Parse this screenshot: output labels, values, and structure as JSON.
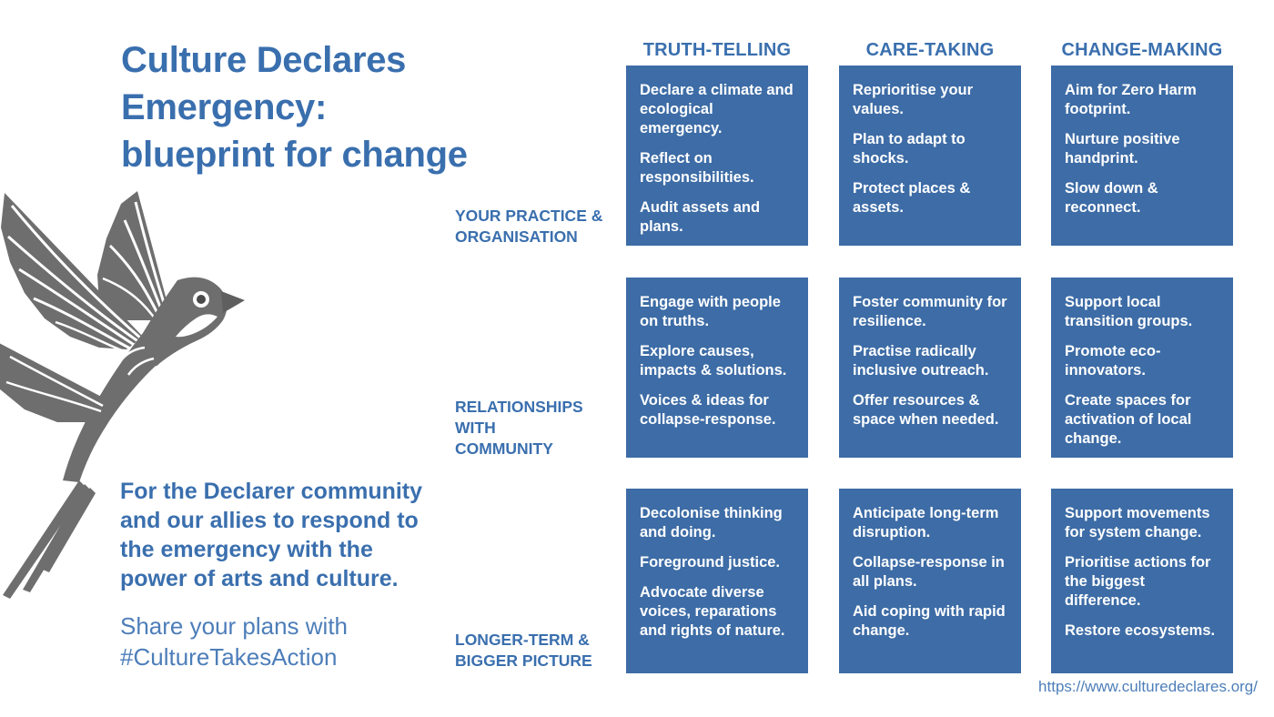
{
  "intro": {
    "title_lines": [
      "Culture Declares",
      "Emergency:",
      "blueprint for change"
    ],
    "description": "For the Declarer community and our allies to respond to the emergency with the power of arts and culture.",
    "share_lines": [
      "Share your plans with",
      "#CultureTakesAction"
    ]
  },
  "matrix": {
    "columns": [
      "TRUTH-TELLING",
      "CARE-TAKING",
      "CHANGE-MAKING"
    ],
    "row_labels": [
      [
        "YOUR PRACTICE &",
        "ORGANISATION"
      ],
      [
        "RELATIONSHIPS",
        "WITH",
        "COMMUNITY"
      ],
      [
        "LONGER-TERM &",
        "BIGGER PICTURE"
      ]
    ],
    "rows": [
      {
        "cells": [
          [
            "Declare a climate and ecological emergency.",
            "Reflect on responsibilities.",
            "Audit assets and plans."
          ],
          [
            "Reprioritise your values.",
            "Plan to adapt to shocks.",
            "Protect places & assets."
          ],
          [
            "Aim for Zero Harm footprint.",
            "Nurture positive handprint.",
            "Slow down & reconnect."
          ]
        ]
      },
      {
        "cells": [
          [
            "Engage with people on truths.",
            "Explore causes, impacts & solutions.",
            "Voices & ideas for collapse-response."
          ],
          [
            "Foster community for resilience.",
            "Practise radically inclusive outreach.",
            "Offer resources & space when needed."
          ],
          [
            "Support local transition groups.",
            "Promote eco-innovators.",
            "Create spaces for activation of local change."
          ]
        ]
      },
      {
        "cells": [
          [
            "Decolonise thinking and doing.",
            "Foreground justice.",
            "Advocate diverse voices, reparations and rights of nature."
          ],
          [
            "Anticipate long-term disruption.",
            "Collapse-response in all plans.",
            "Aid coping with rapid change."
          ],
          [
            "Support movements for system change.",
            "Prioritise actions for the biggest difference.",
            "Restore ecosystems."
          ]
        ]
      }
    ]
  },
  "footer": {
    "url": "https://www.culturedeclares.org/"
  },
  "icons": {
    "bird": "swallow-engraving-illustration"
  },
  "colors": {
    "accent_blue": "#3a6fae",
    "box_blue": "#3d6ca6",
    "light_blue": "#4d7eb9",
    "bird_grey": "#6e6e6e",
    "cell_text": "#ffffff",
    "background": "#ffffff"
  }
}
